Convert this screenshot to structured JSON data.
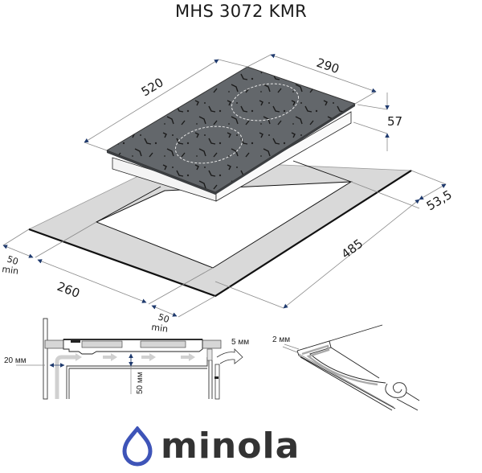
{
  "header": {
    "title": "MHS 3072 KMR"
  },
  "colors": {
    "arrow": "#1f3a6e",
    "glass": "#5a5e62",
    "frame": "#d9d9d9",
    "outline": "#111111",
    "brand_blue": "#3e54b8",
    "brand_text": "#333333"
  },
  "dimensions": {
    "hob_length": "520",
    "hob_width": "290",
    "hob_height": "57",
    "cutout_depth": "53,5",
    "cutout_length": "485",
    "cutout_width": "260",
    "clearance_left": "50",
    "clearance_left_unit": "min",
    "clearance_front": "50",
    "clearance_front_unit": "min"
  },
  "section_view": {
    "side_gap": "20 мм",
    "air_gap": "50 мм",
    "rear_gap": "5 мм"
  },
  "seal_view": {
    "seal_thickness": "2 мм"
  },
  "brand": {
    "name": "minola",
    "icon": "water-drop-icon"
  }
}
